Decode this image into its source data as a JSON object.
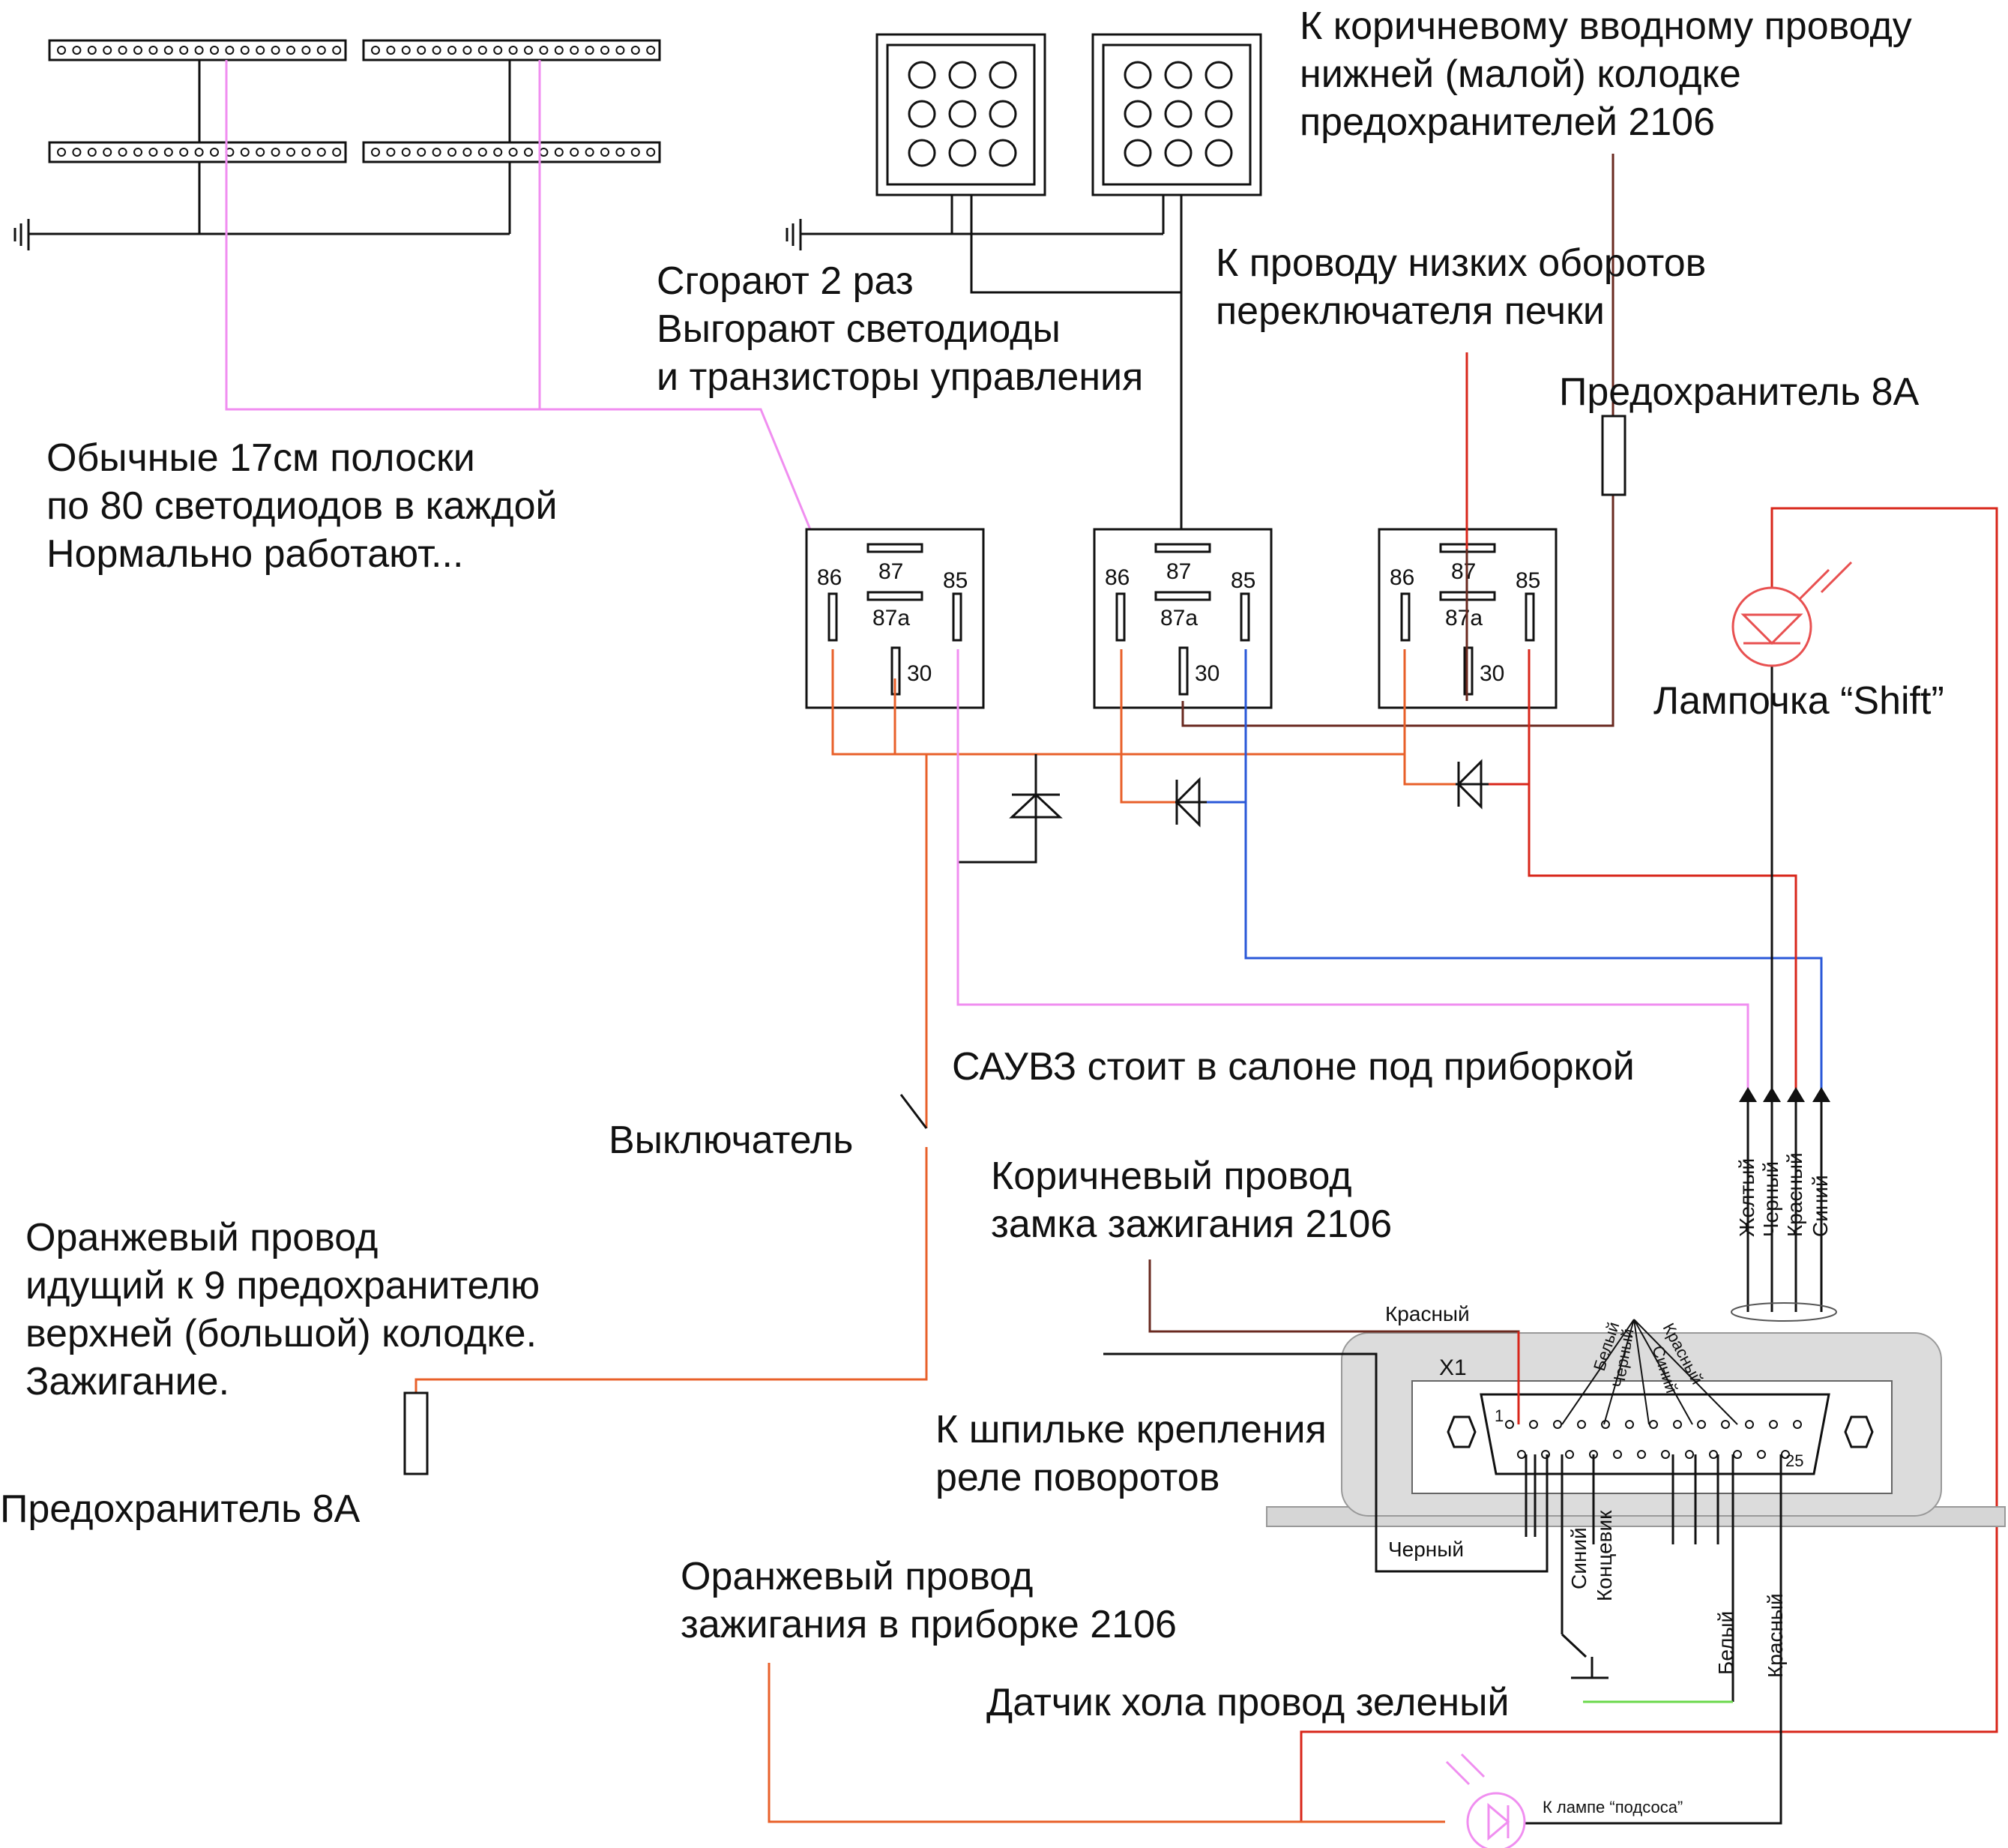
{
  "labels": {
    "brown_input_top": [
      "К коричневому вводному проводу",
      "нижней (малой) колодке",
      "предохранителей 2106"
    ],
    "burn_note": [
      "Сгорают 2 раз",
      "Выгорают светодиоды",
      "и транзисторы управления"
    ],
    "heater_low": [
      "К проводу низких оборотов",
      "переключателя печки"
    ],
    "fuse_8a_top": "Предохранитель 8А",
    "strips_note": [
      "Обычные 17см полоски",
      "по 80 светодиодов в каждой",
      "Нормально работают..."
    ],
    "shift_lamp": "Лампочка “Shift”",
    "sauvz_note": "САУВЗ стоит в салоне под приборкой",
    "switch": "Выключатель",
    "brown_ignition_lock": [
      "Коричневый провод",
      "замка зажигания 2106"
    ],
    "orange_fuse9": [
      "Оранжевый провод",
      "идущий к 9 предохранителю",
      "верхней (большой) колодке.",
      "Зажигание."
    ],
    "turn_relay_stud": [
      "К шпильке крепления",
      "реле поворотов"
    ],
    "fuse_8a_bottom": "Предохранитель 8А",
    "orange_dash": [
      "Оранжевый провод",
      "зажигания в приборке 2106"
    ],
    "hall_sensor": "Датчик хола провод зеленый",
    "choke_lamp": "К лампе “подсоса”"
  },
  "relay_pins": {
    "p86": "86",
    "p87": "87",
    "p87a": "87a",
    "p85": "85",
    "p30": "30"
  },
  "connector": {
    "name": "X1",
    "pin_first": "1",
    "pin_last": "25",
    "wire_red_top": "Красный",
    "wire_black_bottom": "Черный",
    "fan_wires": [
      "Белый",
      "Черный",
      "Синий",
      "Красный"
    ],
    "right_wires": [
      "Желтый",
      "Черный",
      "Красный",
      "Синий"
    ],
    "bottom_wires": [
      "Синий",
      "Концевик",
      "Белый",
      "Красный"
    ]
  },
  "colors": {
    "pink": "#f08ef0",
    "orange": "#e8602a",
    "red": "#d8261a",
    "blue": "#2a58d8",
    "brown": "#6a2a20",
    "green": "#6ad84a",
    "black": "#111111"
  }
}
